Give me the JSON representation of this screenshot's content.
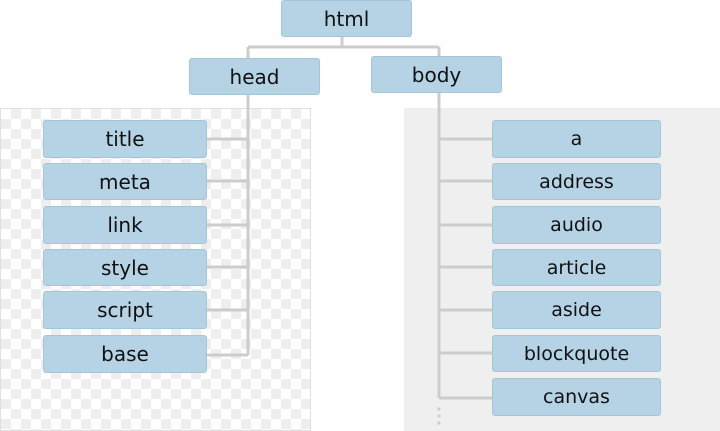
{
  "root": {
    "label": "html"
  },
  "head": {
    "label": "head",
    "children": [
      "title",
      "meta",
      "link",
      "style",
      "script",
      "base"
    ]
  },
  "body": {
    "label": "body",
    "children": [
      "a",
      "address",
      "audio",
      "article",
      "aside",
      "blockquote",
      "canvas"
    ],
    "continuation": "⋮"
  },
  "colors": {
    "node_fill": "#b5d3e4",
    "node_border": "#a3c6da",
    "connector": "#cccccc",
    "body_panel": "#efefef"
  }
}
